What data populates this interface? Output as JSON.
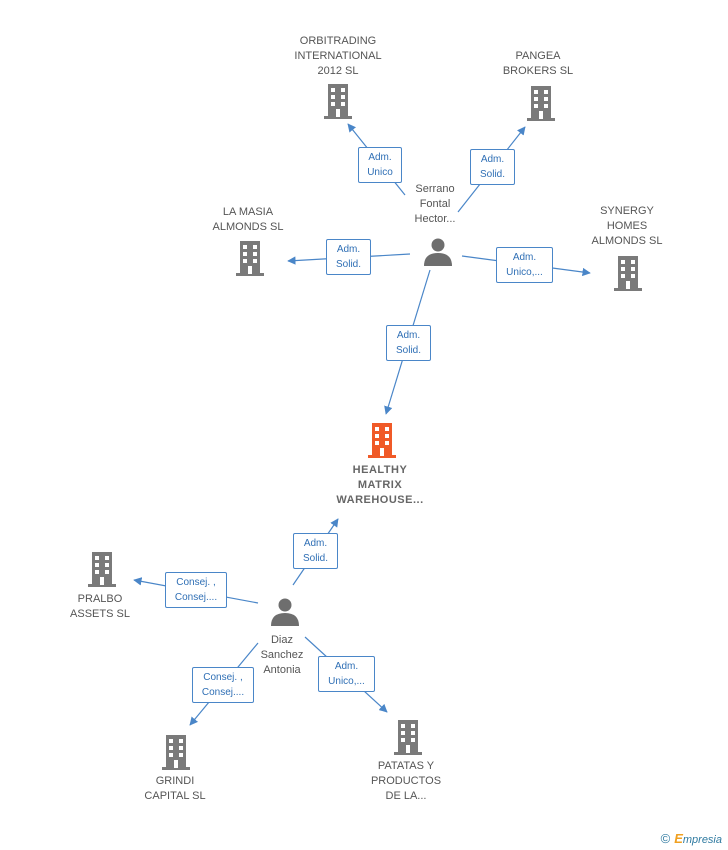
{
  "persons": {
    "serrano": "Serrano\nFontal\nHector...",
    "diaz": "Diaz\nSanchez\nAntonia"
  },
  "companies": {
    "orbitrading": "ORBITRADING\nINTERNATIONAL\n2012 SL",
    "pangea": "PANGEA\nBROKERS  SL",
    "lamasia": "LA MASIA\nALMONDS  SL",
    "synergy": "SYNERGY\nHOMES\nALMONDS  SL",
    "healthy": "HEALTHY\nMATRIX\nWAREHOUSE...",
    "pralbo": "PRALBO\nASSETS  SL",
    "grindi": "GRINDI\nCAPITAL  SL",
    "patatas": "PATATAS Y\nPRODUCTOS\nDE LA..."
  },
  "edges": {
    "serrano_orbitrading": "Adm.\nUnico",
    "serrano_pangea": "Adm.\nSolid.",
    "serrano_lamasia": "Adm.\nSolid.",
    "serrano_synergy": "Adm.\nUnico,...",
    "serrano_healthy": "Adm.\nSolid.",
    "diaz_healthy": "Adm.\nSolid.",
    "diaz_pralbo": "Consej. ,\nConsej....",
    "diaz_grindi": "Consej. ,\nConsej....",
    "diaz_patatas": "Adm.\nUnico,..."
  },
  "colors": {
    "edge": "#4a86c8",
    "building": "#7a7a7a",
    "focus_building": "#f05a28",
    "person": "#6e6e6e"
  },
  "icons": {
    "building": "building-icon",
    "focus": "building-icon-highlighted",
    "person": "person-icon"
  },
  "footer": {
    "copyright": "©",
    "brand_initial": "E",
    "brand_rest": "mpresia"
  }
}
